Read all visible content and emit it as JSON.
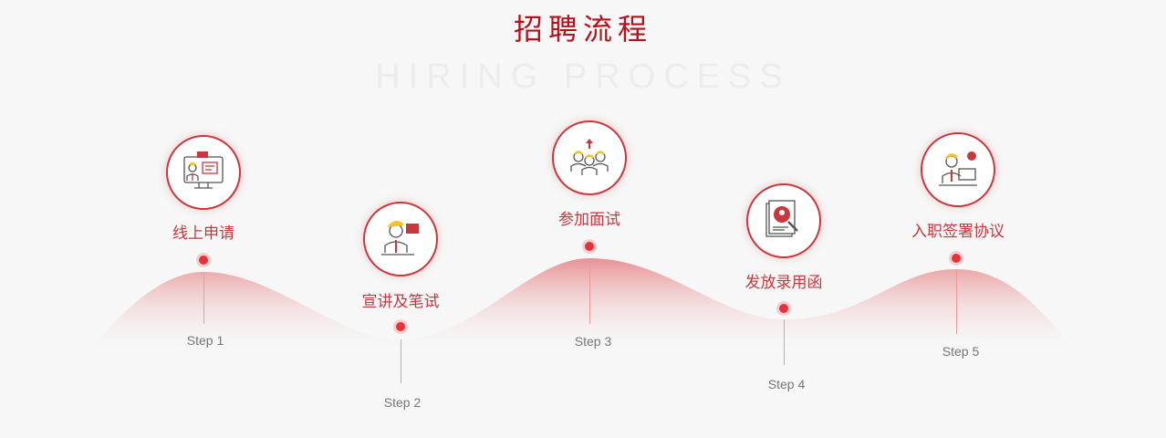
{
  "header": {
    "title": "招聘流程",
    "background_text": "HIRING PROCESS"
  },
  "steps": [
    {
      "label": "线上申请",
      "step": "Step 1",
      "icon": "online-application-icon"
    },
    {
      "label": "宣讲及笔试",
      "step": "Step 2",
      "icon": "presentation-icon"
    },
    {
      "label": "参加面试",
      "step": "Step 3",
      "icon": "interview-group-icon"
    },
    {
      "label": "发放录用函",
      "step": "Step 4",
      "icon": "offer-letter-icon"
    },
    {
      "label": "入职签署协议",
      "step": "Step 5",
      "icon": "onboarding-icon"
    }
  ],
  "colors": {
    "accent": "#b3131b",
    "label": "#c3393f",
    "dot": "#e8323a",
    "background": "#f7f7f7"
  }
}
